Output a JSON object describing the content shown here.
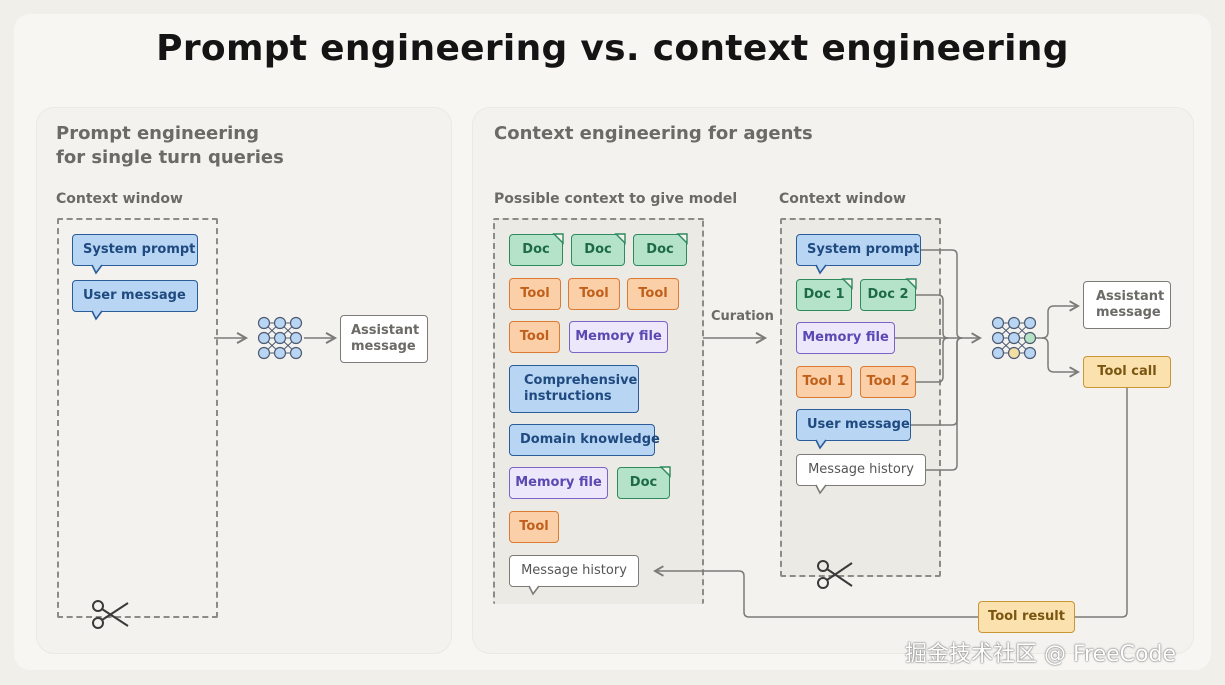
{
  "title": "Prompt engineering vs. context engineering",
  "left_panel": {
    "title_line1": "Prompt engineering",
    "title_line2": "for single turn queries",
    "context_label": "Context window",
    "system_prompt": "System prompt",
    "user_message": "User message",
    "output_line1": "Assistant",
    "output_line2": "message"
  },
  "right_panel": {
    "title": "Context engineering for agents",
    "possible_label": "Possible context to give model",
    "context_label": "Context window",
    "curation_label": "Curation",
    "possible": {
      "doc1": "Doc",
      "doc2": "Doc",
      "doc3": "Doc",
      "tool1": "Tool",
      "tool2": "Tool",
      "tool3": "Tool",
      "tool4": "Tool",
      "memory1": "Memory file",
      "comprehensive_line1": "Comprehensive",
      "comprehensive_line2": "instructions",
      "domain": "Domain knowledge",
      "memory2": "Memory file",
      "doc4": "Doc",
      "tool5": "Tool",
      "history": "Message history"
    },
    "window": {
      "system_prompt": "System prompt",
      "doc1": "Doc 1",
      "doc2": "Doc 2",
      "memory": "Memory file",
      "tool1": "Tool 1",
      "tool2": "Tool 2",
      "user_message": "User message",
      "history": "Message history"
    },
    "output_line1": "Assistant",
    "output_line2": "message",
    "tool_call": "Tool call",
    "tool_result": "Tool result"
  },
  "watermark": "掘金技术社区 @ FreeCode",
  "colors": {
    "blue": "#b8d5f3",
    "green": "#b4e3c9",
    "orange": "#fbd0a8",
    "purple": "#ece7fb",
    "yellow": "#fbe1ad",
    "node_green": "#b7e3c5",
    "node_yellow": "#f3dfa4"
  }
}
